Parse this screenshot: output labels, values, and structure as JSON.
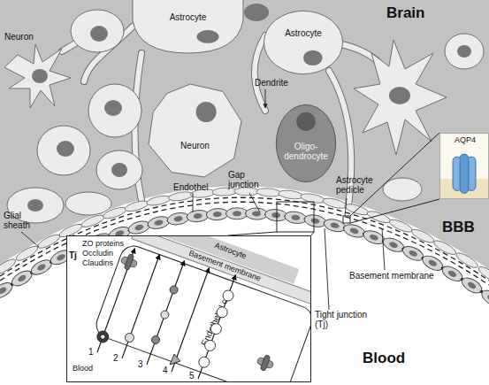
{
  "diagram": {
    "nodes": [
      {
        "text": [
          "Astrocyte"
        ]
      },
      {
        "text": [
          "Astrocyte"
        ]
      },
      {
        "text": [
          "Neuron"
        ]
      },
      {
        "text": [
          "Oligo- dendrocyte"
        ]
      },
      {
        "text": [
          "AQP4"
        ]
      },
      {
        "text": [
          "Blood"
        ]
      },
      {
        "text": [
          "Basement membrane"
        ],
        "in": 5
      },
      {
        "text": [
          "Astrocyte"
        ],
        "in": 5
      },
      {
        "text": [
          "Endothelial cell"
        ],
        "in": 5
      }
    ],
    "labels": [
      "Brain",
      "Neuron",
      "Dendrite",
      "Gap junction",
      "Endothel",
      "Astrocyte pedicle",
      "Glial sheath",
      "BBB",
      "Basement membrane",
      "Tight junction (Tj)",
      "Blood",
      "Tj",
      "ZO proteins",
      "Occludin",
      "Claudins",
      "1",
      "2",
      "3",
      "4",
      "5"
    ]
  }
}
